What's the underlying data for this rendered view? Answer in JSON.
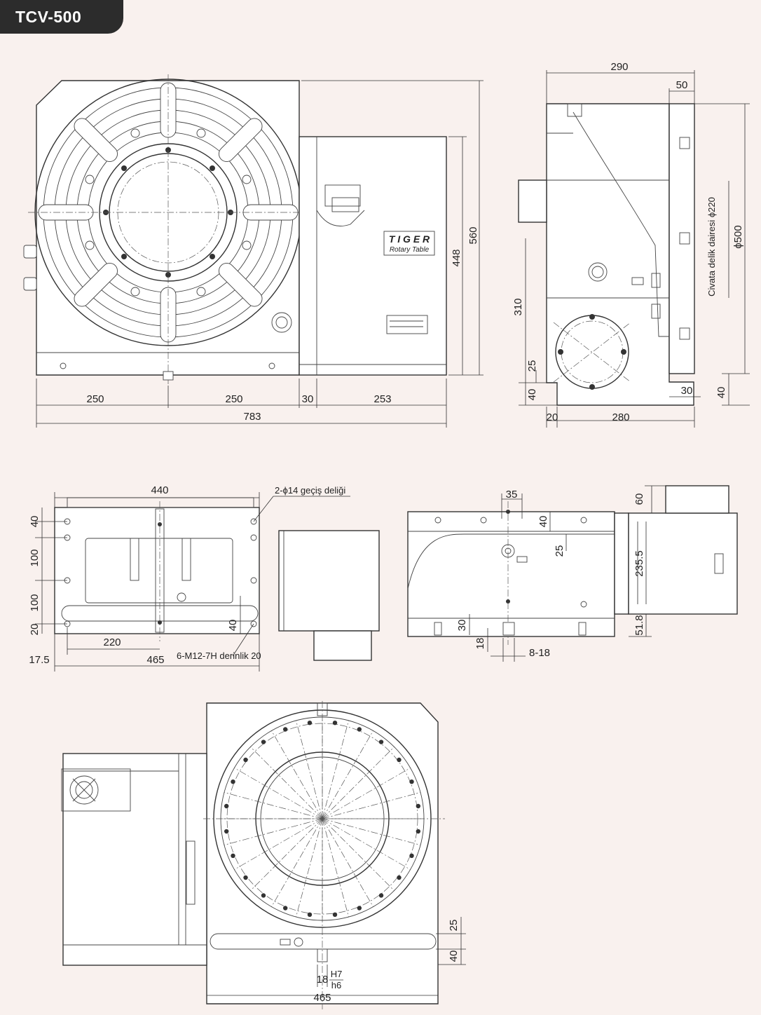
{
  "header": {
    "model": "TCV-500"
  },
  "views": {
    "front": {
      "dims": {
        "w1": "250",
        "w2": "250",
        "w3": "30",
        "w4": "253",
        "total": "783",
        "h1": "448",
        "h2": "560"
      },
      "nameplate": {
        "brand": "T I G E R",
        "subtitle": "Rotary Table"
      }
    },
    "side": {
      "dims": {
        "top": "290",
        "top2": "50",
        "h310": "310",
        "h25": "25",
        "h40": "40",
        "b20": "20",
        "b280": "280",
        "b30": "30",
        "r40": "40"
      },
      "labels": {
        "bolt_circle": "Civata delik dairesi ϕ220",
        "diameter": "ϕ500"
      }
    },
    "base_top": {
      "dims": {
        "w440": "440",
        "v40": "40",
        "v100a": "100",
        "v100b": "100",
        "v20": "20",
        "w220": "220",
        "v40b": "40",
        "w17": "17.5",
        "w465": "465"
      },
      "notes": {
        "holes": "2-ϕ14 geçiş deliği",
        "tapped": "6-M12-7H derinlik 20"
      }
    },
    "base_side": {
      "dims": {
        "d35": "35",
        "d40": "40",
        "d25": "25",
        "d30": "30",
        "d18": "18",
        "d818": "8-18",
        "d60": "60",
        "d235": "235.5",
        "d51": "51.8"
      }
    },
    "plan": {
      "dims": {
        "d25": "25",
        "d40": "40",
        "key": "18",
        "fit_top": "H7",
        "fit_bot": "h6",
        "w465": "465"
      }
    }
  }
}
